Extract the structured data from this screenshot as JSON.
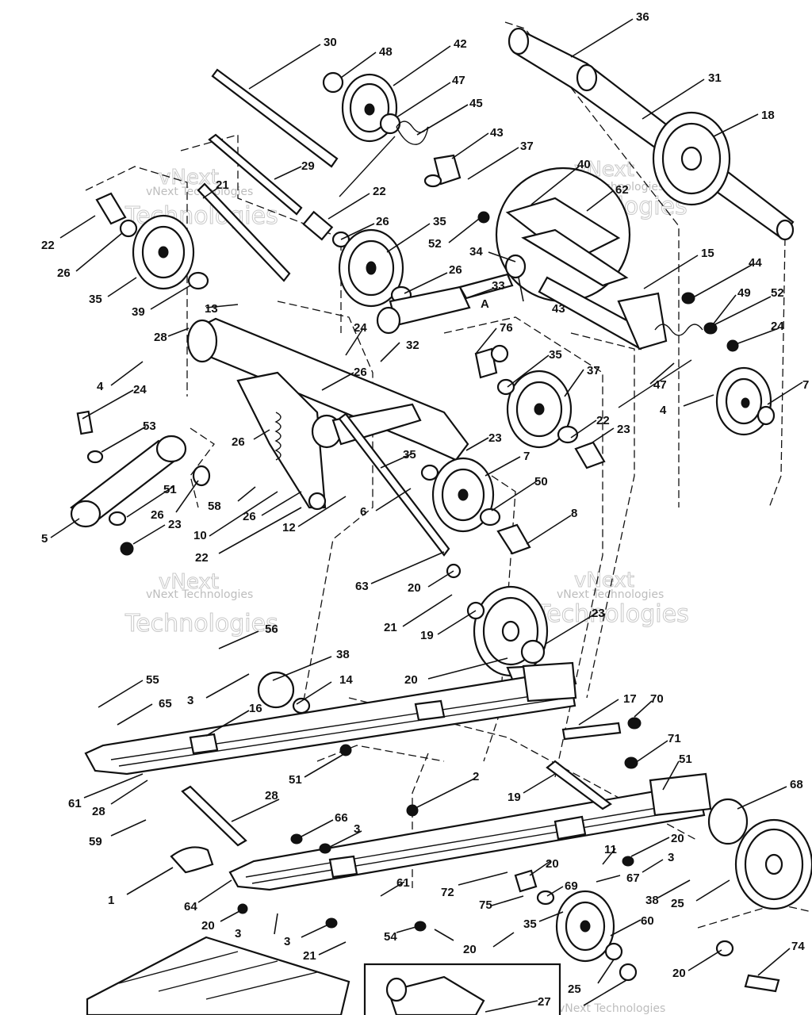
{
  "watermark": {
    "line1": "vNext",
    "line2": "Technologies",
    "small": "vNext Technologies"
  },
  "callouts": [
    {
      "id": "c1",
      "label": "36"
    },
    {
      "id": "c2",
      "label": "31"
    },
    {
      "id": "c3",
      "label": "18"
    },
    {
      "id": "c4",
      "label": "30"
    },
    {
      "id": "c5",
      "label": "48"
    },
    {
      "id": "c6",
      "label": "42"
    },
    {
      "id": "c7",
      "label": "47"
    },
    {
      "id": "c8",
      "label": "45"
    },
    {
      "id": "c9",
      "label": "43"
    },
    {
      "id": "c10",
      "label": "37"
    },
    {
      "id": "c11",
      "label": "40"
    },
    {
      "id": "c12",
      "label": "62"
    },
    {
      "id": "c13",
      "label": "29"
    },
    {
      "id": "c14",
      "label": "21"
    },
    {
      "id": "c15",
      "label": "22"
    },
    {
      "id": "c16",
      "label": "26"
    },
    {
      "id": "c17",
      "label": "35"
    },
    {
      "id": "c18",
      "label": "52"
    },
    {
      "id": "c19",
      "label": "34"
    },
    {
      "id": "c20",
      "label": "22"
    },
    {
      "id": "c21",
      "label": "26"
    },
    {
      "id": "c22",
      "label": "35"
    },
    {
      "id": "c23",
      "label": "26"
    },
    {
      "id": "c24",
      "label": "39"
    },
    {
      "id": "c25",
      "label": "33"
    },
    {
      "id": "c26",
      "label": "A"
    },
    {
      "id": "c27",
      "label": "43"
    },
    {
      "id": "c28",
      "label": "15"
    },
    {
      "id": "c29",
      "label": "44"
    },
    {
      "id": "c30",
      "label": "49"
    },
    {
      "id": "c31",
      "label": "52"
    },
    {
      "id": "c32",
      "label": "24"
    },
    {
      "id": "c33",
      "label": "13"
    },
    {
      "id": "c34",
      "label": "28"
    },
    {
      "id": "c35",
      "label": "24"
    },
    {
      "id": "c36",
      "label": "32"
    },
    {
      "id": "c37",
      "label": "76"
    },
    {
      "id": "c38",
      "label": "4"
    },
    {
      "id": "c39",
      "label": "24"
    },
    {
      "id": "c40",
      "label": "26"
    },
    {
      "id": "c41",
      "label": "35"
    },
    {
      "id": "c42",
      "label": "37"
    },
    {
      "id": "c43",
      "label": "47"
    },
    {
      "id": "c44",
      "label": "4"
    },
    {
      "id": "c45",
      "label": "7"
    },
    {
      "id": "c46",
      "label": "53"
    },
    {
      "id": "c47",
      "label": "26"
    },
    {
      "id": "c48",
      "label": "22"
    },
    {
      "id": "c49",
      "label": "23"
    },
    {
      "id": "c50",
      "label": "23"
    },
    {
      "id": "c51",
      "label": "35"
    },
    {
      "id": "c52",
      "label": "7"
    },
    {
      "id": "c53",
      "label": "51"
    },
    {
      "id": "c54",
      "label": "58"
    },
    {
      "id": "c55",
      "label": "26"
    },
    {
      "id": "c56",
      "label": "50"
    },
    {
      "id": "c57",
      "label": "10"
    },
    {
      "id": "c58",
      "label": "26"
    },
    {
      "id": "c59",
      "label": "6"
    },
    {
      "id": "c60",
      "label": "5"
    },
    {
      "id": "c61",
      "label": "23"
    },
    {
      "id": "c62",
      "label": "12"
    },
    {
      "id": "c63",
      "label": "22"
    },
    {
      "id": "c64",
      "label": "8"
    },
    {
      "id": "c65",
      "label": "63"
    },
    {
      "id": "c66",
      "label": "20"
    },
    {
      "id": "c67",
      "label": "21"
    },
    {
      "id": "c68",
      "label": "19"
    },
    {
      "id": "c69",
      "label": "23"
    },
    {
      "id": "c70",
      "label": "56"
    },
    {
      "id": "c71",
      "label": "38"
    },
    {
      "id": "c72",
      "label": "20"
    },
    {
      "id": "c73",
      "label": "55"
    },
    {
      "id": "c74",
      "label": "14"
    },
    {
      "id": "c75",
      "label": "3"
    },
    {
      "id": "c76",
      "label": "65"
    },
    {
      "id": "c77",
      "label": "16"
    },
    {
      "id": "c78",
      "label": "17"
    },
    {
      "id": "c79",
      "label": "70"
    },
    {
      "id": "c80",
      "label": "71"
    },
    {
      "id": "c81",
      "label": "51"
    },
    {
      "id": "c82",
      "label": "51"
    },
    {
      "id": "c83",
      "label": "2"
    },
    {
      "id": "c84",
      "label": "61"
    },
    {
      "id": "c85",
      "label": "28"
    },
    {
      "id": "c86",
      "label": "28"
    },
    {
      "id": "c87",
      "label": "19"
    },
    {
      "id": "c88",
      "label": "68"
    },
    {
      "id": "c89",
      "label": "59"
    },
    {
      "id": "c90",
      "label": "66"
    },
    {
      "id": "c91",
      "label": "3"
    },
    {
      "id": "c92",
      "label": "20"
    },
    {
      "id": "c93",
      "label": "3"
    },
    {
      "id": "c94",
      "label": "11"
    },
    {
      "id": "c95",
      "label": "20"
    },
    {
      "id": "c96",
      "label": "67"
    },
    {
      "id": "c97",
      "label": "1"
    },
    {
      "id": "c98",
      "label": "64"
    },
    {
      "id": "c99",
      "label": "61"
    },
    {
      "id": "c100",
      "label": "72"
    },
    {
      "id": "c101",
      "label": "38"
    },
    {
      "id": "c102",
      "label": "25"
    },
    {
      "id": "c103",
      "label": "69"
    },
    {
      "id": "c104",
      "label": "20"
    },
    {
      "id": "c105",
      "label": "75"
    },
    {
      "id": "c106",
      "label": "35"
    },
    {
      "id": "c107",
      "label": "60"
    },
    {
      "id": "c108",
      "label": "3"
    },
    {
      "id": "c109",
      "label": "3"
    },
    {
      "id": "c110",
      "label": "54"
    },
    {
      "id": "c111",
      "label": "20"
    },
    {
      "id": "c112",
      "label": "21"
    },
    {
      "id": "c113",
      "label": "20"
    },
    {
      "id": "c114",
      "label": "74"
    },
    {
      "id": "c115",
      "label": "27"
    },
    {
      "id": "c116",
      "label": "25"
    }
  ]
}
